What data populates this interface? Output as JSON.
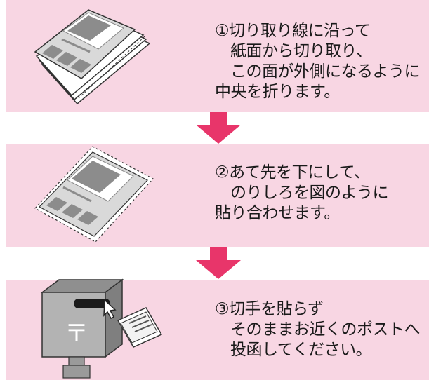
{
  "steps": [
    {
      "lines": [
        "①切り取り線に沿って",
        "紙面から切り取り、",
        "この面が外側になるように",
        "中央を折ります。"
      ]
    },
    {
      "lines": [
        "②あて先を下にして、",
        "のりしろを図のように",
        "貼り合わせます。"
      ]
    },
    {
      "lines": [
        "③切手を貼らず",
        "そのままお近くのポストへ",
        "投函してください。"
      ]
    }
  ],
  "postbox_symbol": "〒",
  "colors": {
    "panel": "#f8d6e3",
    "arrow": "#e8356a",
    "postbox": "#b3b3b3"
  },
  "icons": [
    "folded-paper-icon",
    "glued-paper-icon",
    "postbox-icon",
    "down-arrow-icon"
  ]
}
